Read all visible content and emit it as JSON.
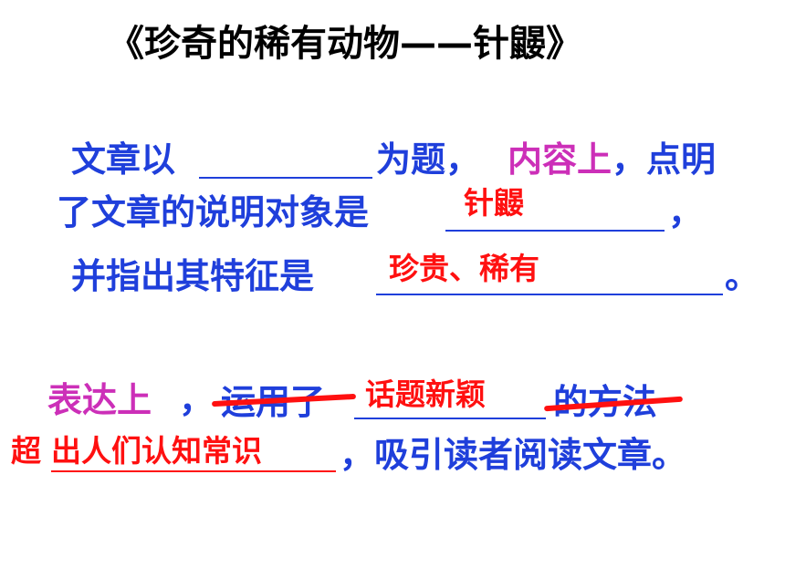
{
  "title": "《珍奇的稀有动物——针鼹》",
  "line1": {
    "prefix": "文章以",
    "suffix": "为题，",
    "highlight": "内容上",
    "ending": "，点明"
  },
  "line2": {
    "text": "了文章的说明对象是",
    "answer": "针鼹",
    "ending": "，"
  },
  "line3": {
    "text": "并指出其特征是",
    "answer": "珍贵、稀有",
    "ending": "。"
  },
  "line4": {
    "highlight": "表达上",
    "comma": "，",
    "struck_prefix": "运用了",
    "answer": "话题新颖",
    "struck_suffix": "的方法"
  },
  "line5": {
    "prefix_red": "超",
    "answer": "出人们认知常识",
    "ending": "，吸引读者阅读文章。"
  }
}
